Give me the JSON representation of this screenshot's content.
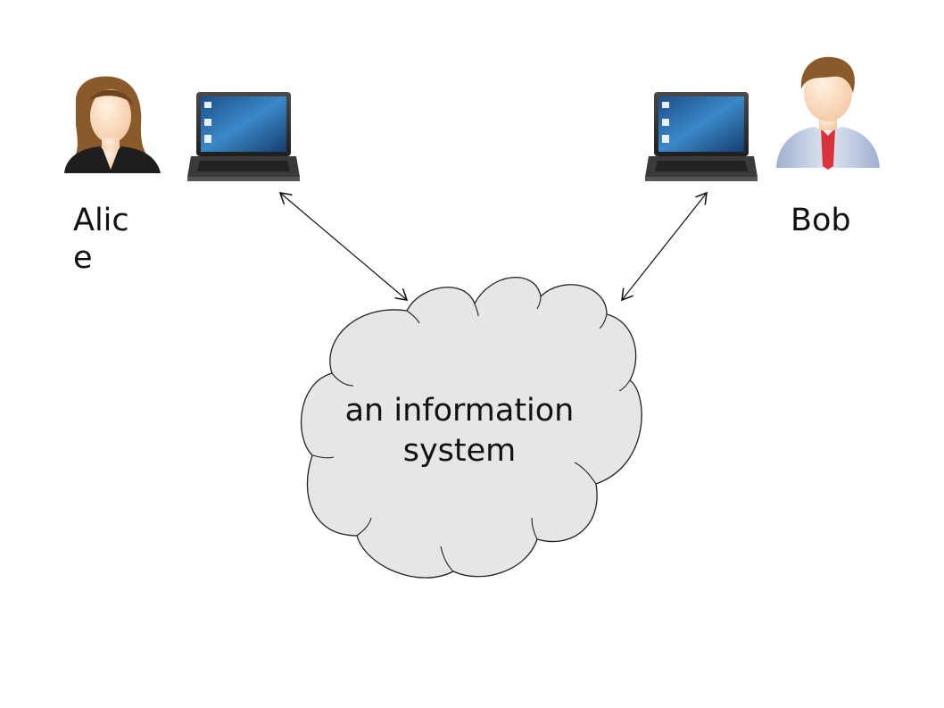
{
  "people": {
    "alice": {
      "name": "Alice",
      "icon": "woman-avatar-icon"
    },
    "bob": {
      "name": "Bob",
      "icon": "man-avatar-icon"
    }
  },
  "devices": {
    "alice_laptop": {
      "icon": "laptop-icon"
    },
    "bob_laptop": {
      "icon": "laptop-icon"
    }
  },
  "cloud": {
    "text": "an information system",
    "fill": "#e6e6e6",
    "stroke": "#222222"
  },
  "connections": [
    {
      "from": "alice_laptop",
      "to": "cloud",
      "direction": "bidirectional"
    },
    {
      "from": "bob_laptop",
      "to": "cloud",
      "direction": "bidirectional"
    }
  ],
  "colors": {
    "laptop_screen": "#2a6fae",
    "laptop_body": "#333333",
    "hair": "#8a5a2b",
    "tie": "#d9323a",
    "shirt": "#c9d3e6"
  }
}
